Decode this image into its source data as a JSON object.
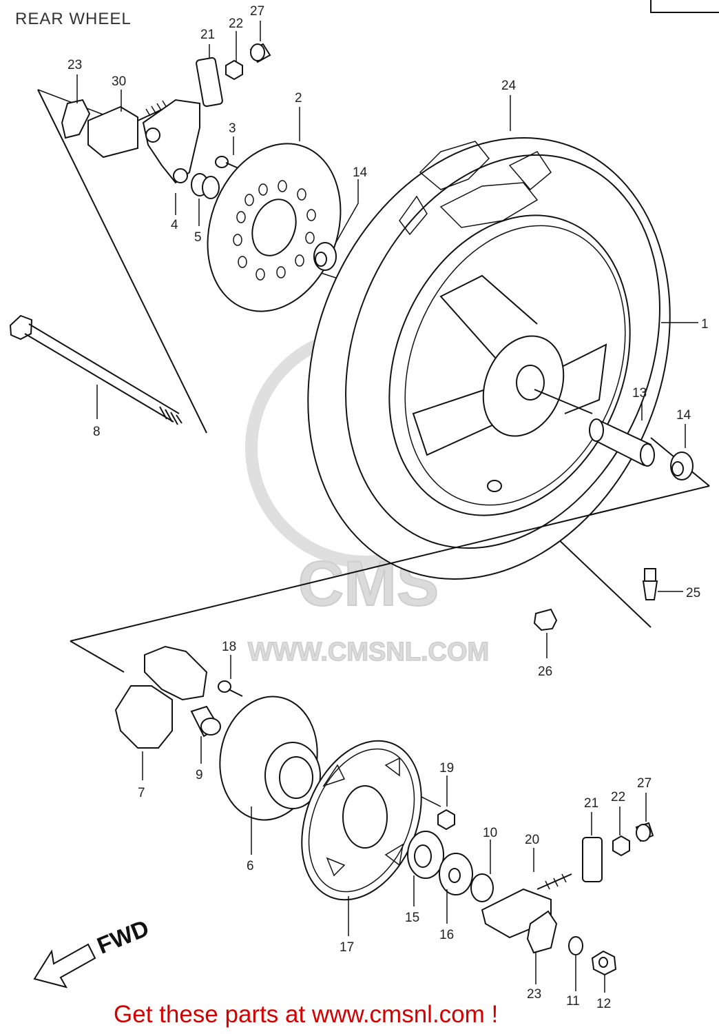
{
  "title": "REAR WHEEL",
  "watermark": {
    "brand": "CMS",
    "url": "WWW.CMSNL.COM"
  },
  "orientation_marker": "FWD",
  "footer_link": "Get these parts at www.cmsnl.com !",
  "callouts": [
    {
      "id": "1",
      "label": "1"
    },
    {
      "id": "2",
      "label": "2"
    },
    {
      "id": "3",
      "label": "3"
    },
    {
      "id": "4",
      "label": "4"
    },
    {
      "id": "5",
      "label": "5"
    },
    {
      "id": "6",
      "label": "6"
    },
    {
      "id": "7",
      "label": "7"
    },
    {
      "id": "8",
      "label": "8"
    },
    {
      "id": "9",
      "label": "9"
    },
    {
      "id": "10",
      "label": "10"
    },
    {
      "id": "11",
      "label": "11"
    },
    {
      "id": "12",
      "label": "12"
    },
    {
      "id": "13",
      "label": "13"
    },
    {
      "id": "14a",
      "label": "14"
    },
    {
      "id": "14b",
      "label": "14"
    },
    {
      "id": "15",
      "label": "15"
    },
    {
      "id": "16",
      "label": "16"
    },
    {
      "id": "17",
      "label": "17"
    },
    {
      "id": "18",
      "label": "18"
    },
    {
      "id": "19",
      "label": "19"
    },
    {
      "id": "20",
      "label": "20"
    },
    {
      "id": "21a",
      "label": "21"
    },
    {
      "id": "21b",
      "label": "21"
    },
    {
      "id": "22a",
      "label": "22"
    },
    {
      "id": "22b",
      "label": "22"
    },
    {
      "id": "23a",
      "label": "23"
    },
    {
      "id": "23b",
      "label": "23"
    },
    {
      "id": "24",
      "label": "24"
    },
    {
      "id": "25",
      "label": "25"
    },
    {
      "id": "26",
      "label": "26"
    },
    {
      "id": "27a",
      "label": "27"
    },
    {
      "id": "27b",
      "label": "27"
    },
    {
      "id": "30",
      "label": "30"
    }
  ]
}
